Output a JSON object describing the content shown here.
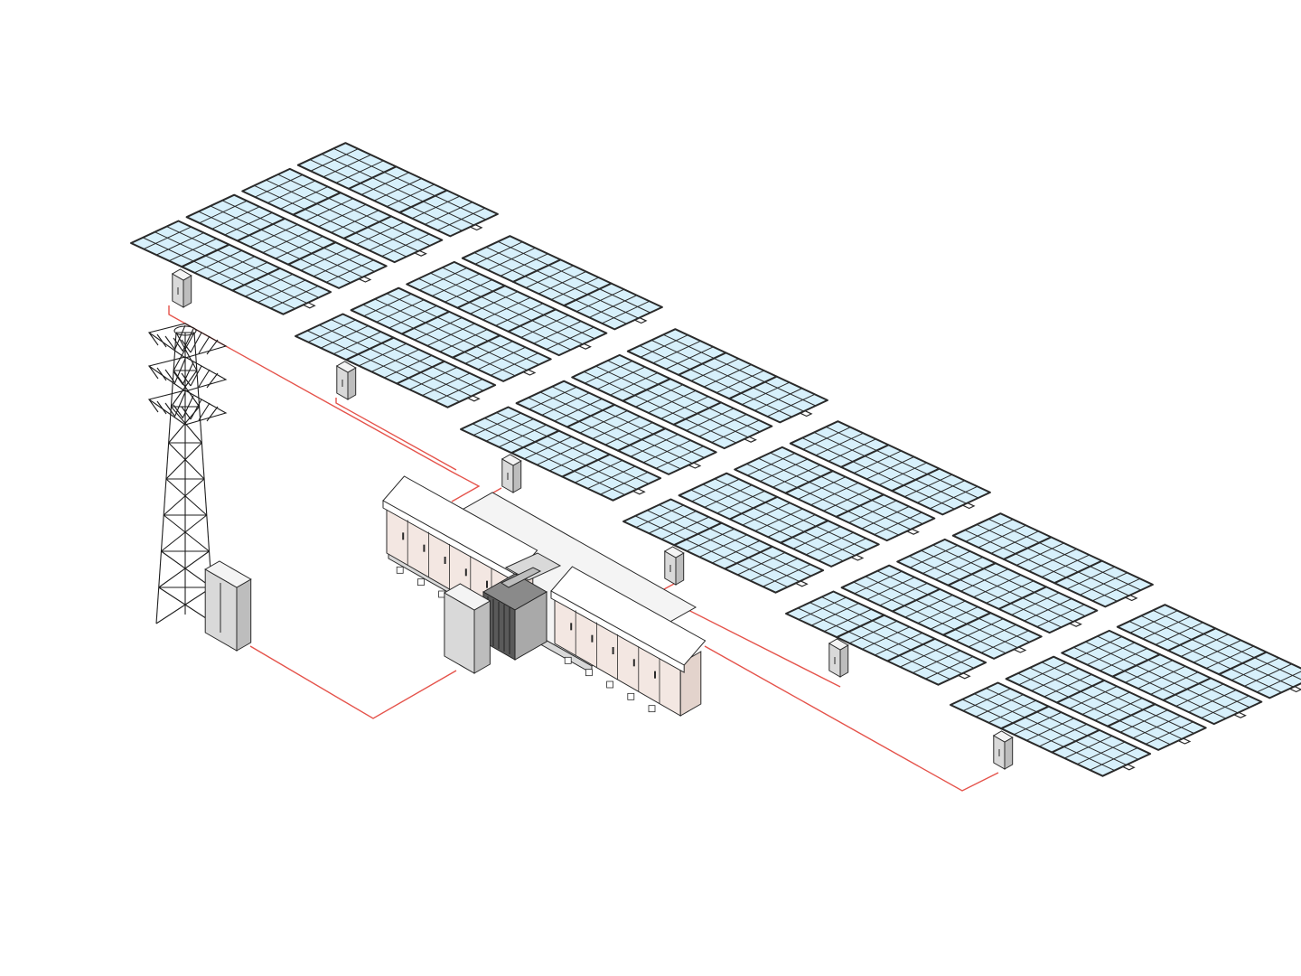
{
  "diagram": {
    "kind": "isometric-solar-plant",
    "colors": {
      "panel_fill": "#d7f0fb",
      "outline": "#2a2a2a",
      "cable": "#e5534b",
      "cabinet_gray": "#d9d9d9",
      "container_tint": "#f3e7e2",
      "background": "#ffffff"
    },
    "components": {
      "pv_block_count": 6,
      "panels_per_block": 12,
      "combiner_box_count": 6,
      "inverter_house_count": 2,
      "transformer_count": 1,
      "grid_cabinet_count": 1,
      "transmission_tower_count": 1
    },
    "icons": [
      "solar-panel-icon",
      "combiner-box-icon",
      "transmission-tower-icon",
      "inverter-house-icon",
      "transformer-icon",
      "cabinet-icon"
    ]
  }
}
